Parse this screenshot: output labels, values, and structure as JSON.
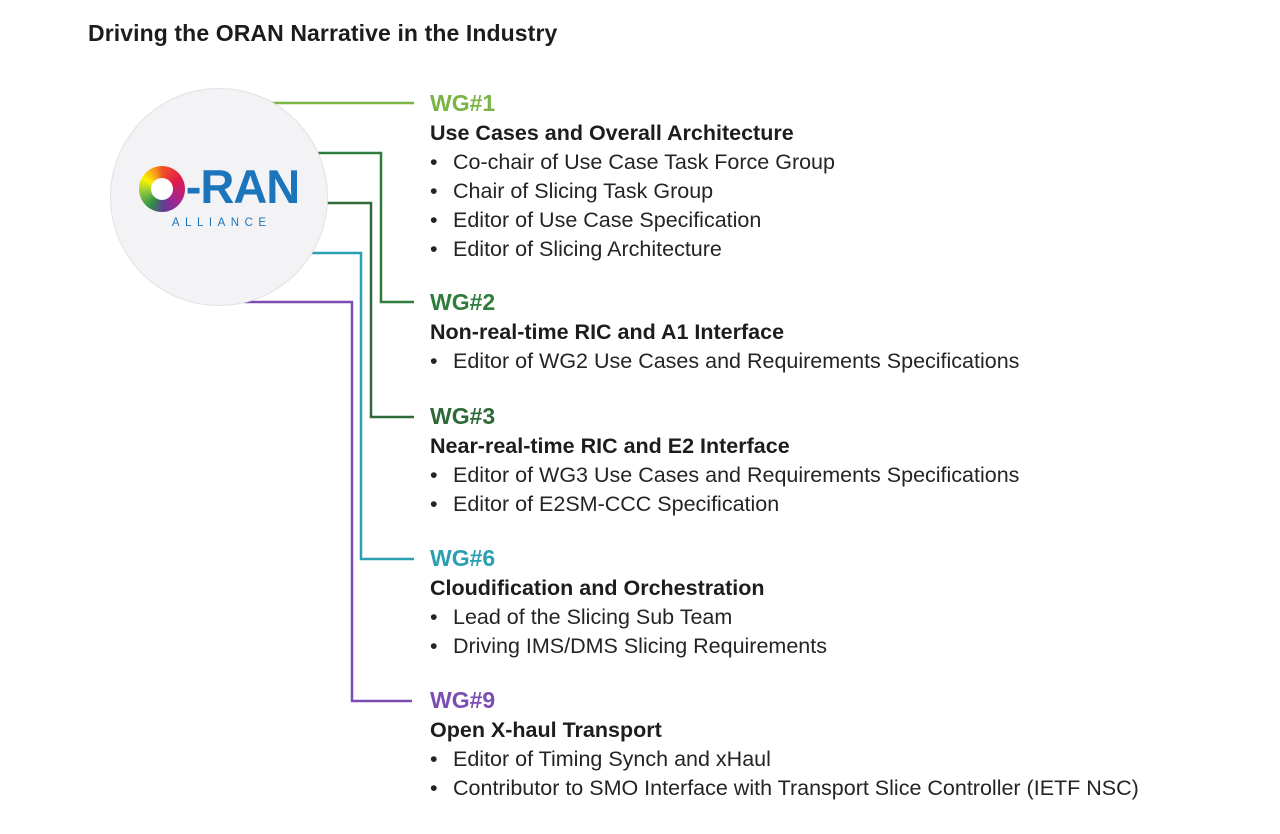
{
  "page": {
    "title": "Driving the ORAN Narrative in the Industry"
  },
  "logo": {
    "brand": "-RAN",
    "alliance": "ALLIANCE",
    "brand_color": "#1b75bc",
    "circle_fill": "#f3f3f5"
  },
  "groups": [
    {
      "label": "WG#1",
      "color": "#79b445",
      "title": "Use Cases and Overall Architecture",
      "bullets": [
        "Co-chair of Use Case Task Force Group",
        "Chair of Slicing Task Group",
        "Editor of Use Case Specification",
        "Editor of Slicing Architecture"
      ]
    },
    {
      "label": "WG#2",
      "color": "#2e7d3c",
      "title": "Non-real-time RIC and A1 Interface",
      "bullets": [
        "Editor of WG2 Use Cases and Requirements Specifications"
      ]
    },
    {
      "label": "WG#3",
      "color": "#2d6a38",
      "title": "Near-real-time RIC and E2 Interface",
      "bullets": [
        "Editor of WG3 Use Cases and Requirements Specifications",
        "Editor of E2SM-CCC Specification"
      ]
    },
    {
      "label": "WG#6",
      "color": "#2aa0b2",
      "title": "Cloudification and Orchestration",
      "bullets": [
        "Lead of the Slicing Sub Team",
        "Driving IMS/DMS Slicing Requirements"
      ]
    },
    {
      "label": "WG#9",
      "color": "#7c4db3",
      "title": "Open X-haul Transport",
      "bullets": [
        "Editor of Timing Synch and xHaul",
        "Contributor to SMO Interface with Transport Slice Controller (IETF NSC)"
      ]
    }
  ]
}
